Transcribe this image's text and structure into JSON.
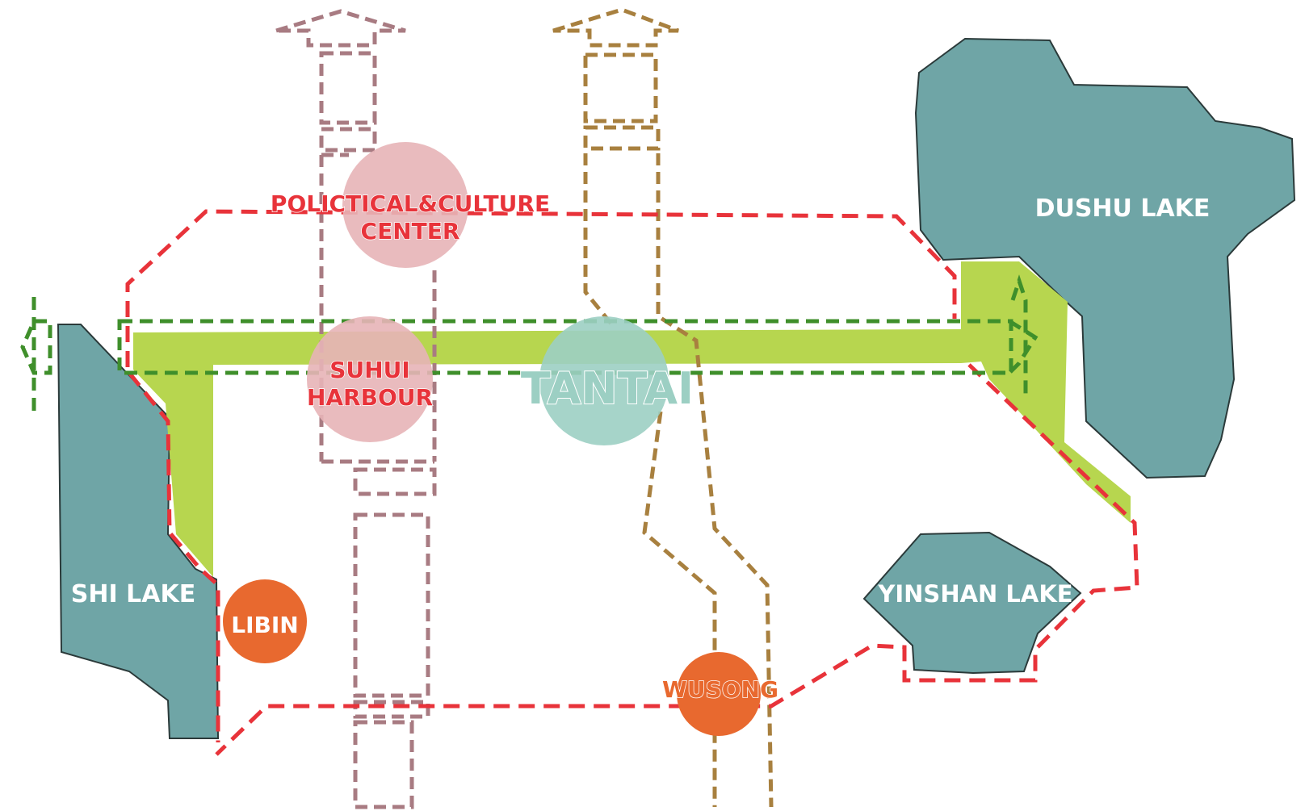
{
  "lakes": {
    "dushu": {
      "label": "DUSHU LAKE"
    },
    "shi": {
      "label": "SHI LAKE"
    },
    "yinshan": {
      "label": "YINSHAN LAKE"
    }
  },
  "nodes": {
    "political_culture": {
      "line1": "POLICTICAL&CULTURE",
      "line2": "CENTER"
    },
    "suhui": {
      "line1": "SUHUI",
      "line2": "HARBOUR"
    },
    "tantai": {
      "label": "TANTAI"
    },
    "libin": {
      "label": "LIBIN"
    },
    "wusong": {
      "label": "WUSONG"
    }
  },
  "colors": {
    "lake_fill": "#6fa5a6",
    "lake_stroke": "#2b3a3a",
    "green_band": "#b7d64f",
    "red_boundary": "#e8333a",
    "green_axis": "#3f8f2b",
    "mauve_corridor": "#a87b82",
    "brown_corridor": "#a8803f",
    "pink_node": "#e7b4b7",
    "teal_node": "#9ccfc3",
    "orange_node": "#e8692f",
    "label_red": "#e8333a",
    "label_white": "#ffffff"
  }
}
